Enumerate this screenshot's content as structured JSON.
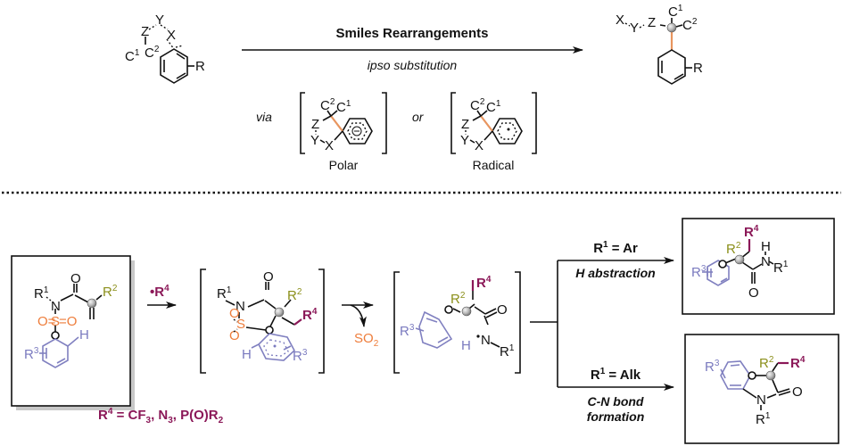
{
  "top_scheme": {
    "reactant": {
      "labels": [
        "Z",
        "Y",
        "X",
        "C",
        "1",
        "C",
        "2",
        "R"
      ]
    },
    "arrow": {
      "title": "Smiles Rearrangements",
      "subtitle": "ipso substitution"
    },
    "product": {
      "labels": [
        "X",
        "Y",
        "Z",
        "C",
        "1",
        "C",
        "2",
        "R"
      ]
    },
    "via_label": "via",
    "or_label": "or",
    "intermediates": [
      {
        "name": "Polar",
        "charge_symbol": "⊖"
      },
      {
        "name": "Radical",
        "charge_symbol": "·"
      }
    ]
  },
  "bottom_scheme": {
    "start_material": {
      "labels": {
        "R1": "R",
        "R1_sup": "1",
        "N": "N",
        "O": "O",
        "R2": "R",
        "R2_sup": "2",
        "S": "S",
        "SO_left": "O=",
        "SO_right": "=O",
        "H": "H",
        "R3": "R",
        "R3_sup": "3"
      }
    },
    "reagent": {
      "label": "•R",
      "sup": "4"
    },
    "r4_definition": {
      "prefix": "R",
      "sup": "4",
      "text": " = CF",
      "sub1": "3",
      "text2": ", N",
      "sub2": "3",
      "text3": ", P(O)R",
      "sub3": "2"
    },
    "byproduct": {
      "label": "SO",
      "sub": "2"
    },
    "branch_top": {
      "condition": "R",
      "condition_sup": "1",
      "condition_rest": " = Ar",
      "process": "H abstraction"
    },
    "branch_bottom": {
      "condition": "R",
      "condition_sup": "1",
      "condition_rest": " = Alk",
      "process_line1": "C-N bond",
      "process_line2": "formation"
    },
    "colors": {
      "sulfonyl": "#ee7d3b",
      "r2": "#8b8f1a",
      "aryl": "#7a7abf",
      "r4": "#8b1858",
      "new_bond": "#e8955f"
    }
  }
}
